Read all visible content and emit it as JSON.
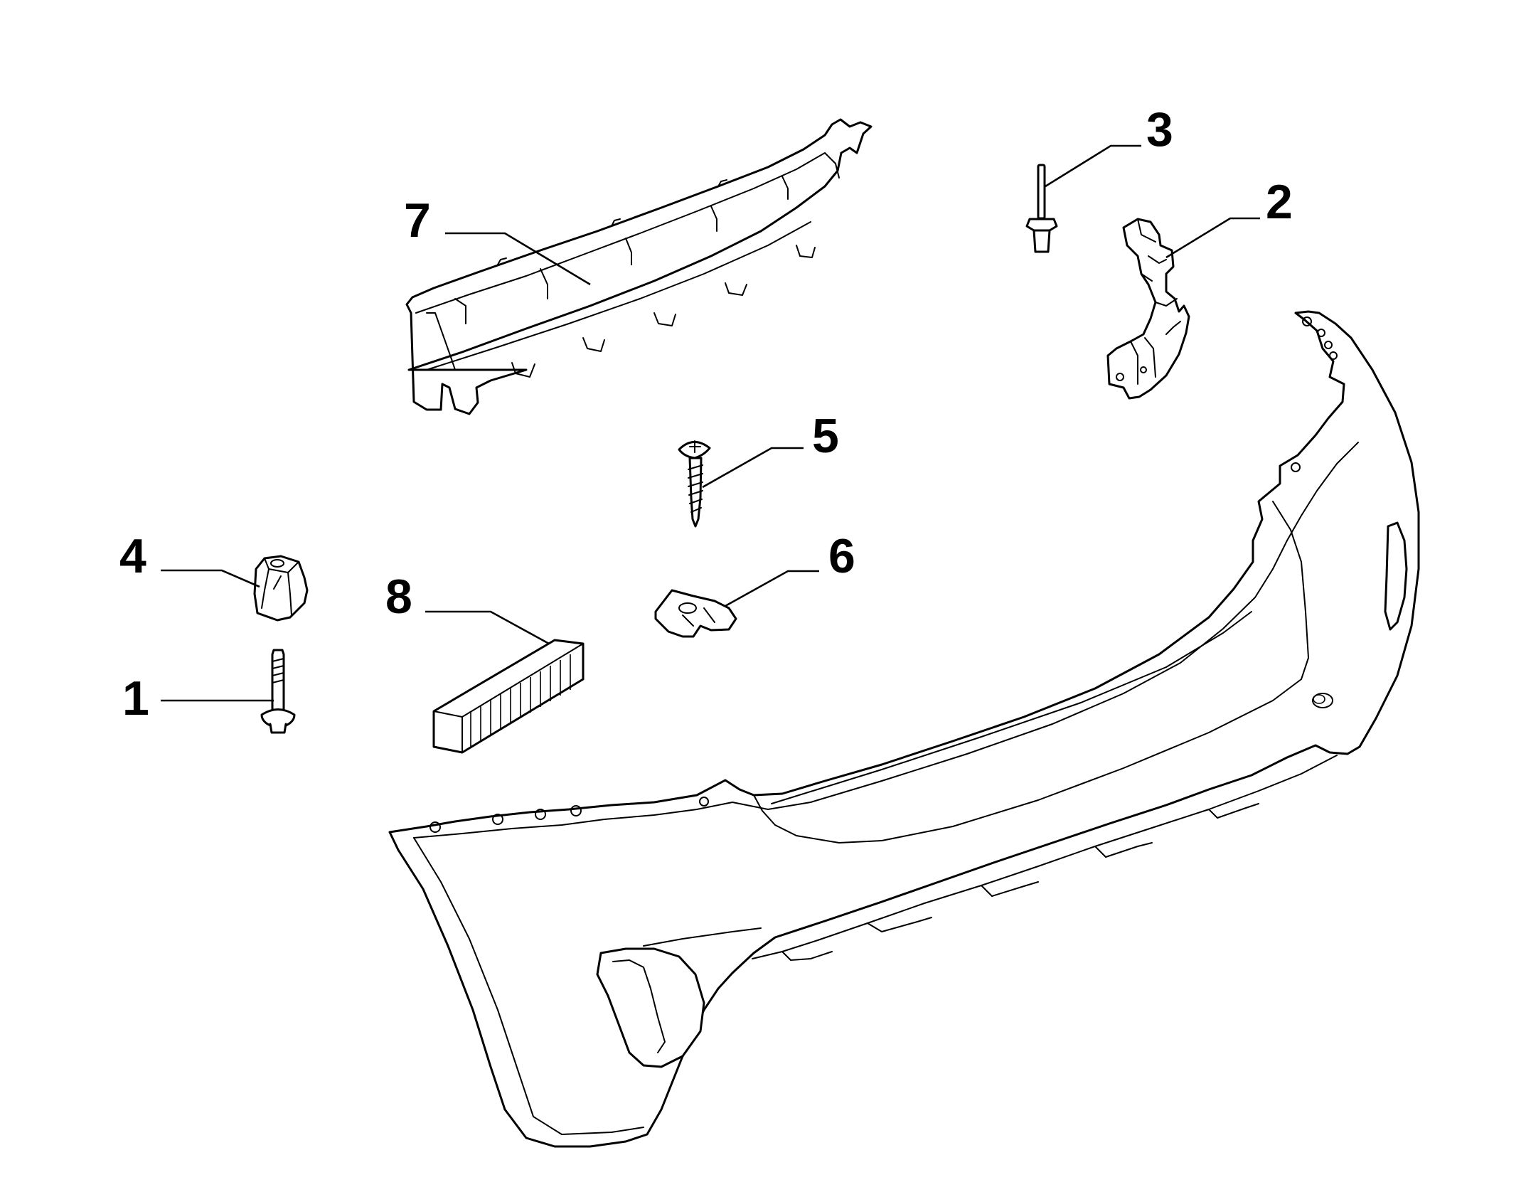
{
  "colors": {
    "line": "#000000",
    "background": "#ffffff"
  },
  "callouts": [
    {
      "id": "1",
      "label": "1"
    },
    {
      "id": "2",
      "label": "2"
    },
    {
      "id": "3",
      "label": "3"
    },
    {
      "id": "4",
      "label": "4"
    },
    {
      "id": "5",
      "label": "5"
    },
    {
      "id": "6",
      "label": "6"
    },
    {
      "id": "7",
      "label": "7"
    },
    {
      "id": "8",
      "label": "8"
    }
  ]
}
